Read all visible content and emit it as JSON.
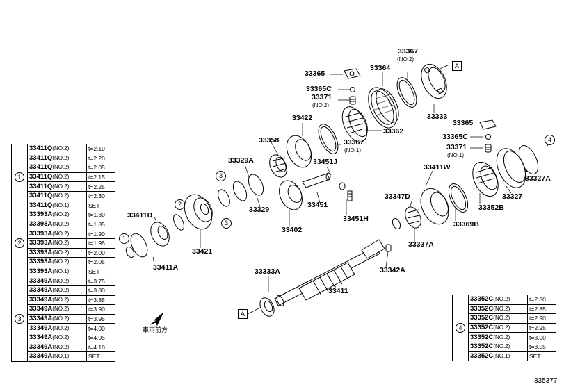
{
  "diagram_id": "335377",
  "front_label": "車両前方",
  "ref_A": "A",
  "callouts": {
    "c33365_top": "33365",
    "c33364": "33364",
    "c33367_top": "33367",
    "c33367_top_note": "(NO.2)",
    "c33365C_top": "33365C",
    "c33371_top": "33371",
    "c33371_top_note": "(NO.2)",
    "c33333": "33333",
    "c33422": "33422",
    "c33362": "33362",
    "c33365_right": "33365",
    "c33358": "33358",
    "c33367_mid": "33367",
    "c33367_mid_note": "(NO.1)",
    "c33365C_right": "33365C",
    "c33371_right": "33371",
    "c33371_right_note": "(NO.1)",
    "c4_small": "4",
    "c33329A": "33329A",
    "c33451J": "33451J",
    "c33411W": "33411W",
    "c33327A": "33327A",
    "c3_top": "3",
    "c33347D": "33347D",
    "c33327": "33327",
    "c33352B": "33352B",
    "c33451": "33451",
    "c33329": "33329",
    "c33411D": "33411D",
    "c2_small": "2",
    "c3_bot": "3",
    "c33451H": "33451H",
    "c33369B": "33369B",
    "c33402": "33402",
    "c1_small": "1",
    "c33421": "33421",
    "c33337A": "33337A",
    "c33411A": "33411A",
    "c33342A": "33342A",
    "c33333A": "33333A",
    "c33411": "33411"
  },
  "left_table": {
    "groups": [
      {
        "group": "1",
        "rows": [
          {
            "part": "33411Q",
            "qual": "(NO.2)",
            "t": "t=2.10"
          },
          {
            "part": "33411Q",
            "qual": "(NO.2)",
            "t": "t=2.20"
          },
          {
            "part": "33411Q",
            "qual": "(NO.2)",
            "t": "t=2.05"
          },
          {
            "part": "33411Q",
            "qual": "(NO.2)",
            "t": "t=2.15"
          },
          {
            "part": "33411Q",
            "qual": "(NO.2)",
            "t": "t=2.25"
          },
          {
            "part": "33411Q",
            "qual": "(NO.2)",
            "t": "t=2.30"
          },
          {
            "part": "33411Q",
            "qual": "(NO.1)",
            "t": "SET"
          }
        ]
      },
      {
        "group": "2",
        "rows": [
          {
            "part": "33393A",
            "qual": "(NO.2)",
            "t": "t=1.80"
          },
          {
            "part": "33393A",
            "qual": "(NO.2)",
            "t": "t=1.85"
          },
          {
            "part": "33393A",
            "qual": "(NO.2)",
            "t": "t=1.90"
          },
          {
            "part": "33393A",
            "qual": "(NO.2)",
            "t": "t=1.95"
          },
          {
            "part": "33393A",
            "qual": "(NO.2)",
            "t": "t=2.00"
          },
          {
            "part": "33393A",
            "qual": "(NO.2)",
            "t": "t=2.05"
          },
          {
            "part": "33393A",
            "qual": "(NO.1)",
            "t": "SET"
          }
        ]
      },
      {
        "group": "3",
        "rows": [
          {
            "part": "33349A",
            "qual": "(NO.2)",
            "t": "t=3.75"
          },
          {
            "part": "33349A",
            "qual": "(NO.2)",
            "t": "t=3.80"
          },
          {
            "part": "33349A",
            "qual": "(NO.2)",
            "t": "t=3.85"
          },
          {
            "part": "33349A",
            "qual": "(NO.2)",
            "t": "t=3.90"
          },
          {
            "part": "33349A",
            "qual": "(NO.2)",
            "t": "t=3.95"
          },
          {
            "part": "33349A",
            "qual": "(NO.2)",
            "t": "t=4.00"
          },
          {
            "part": "33349A",
            "qual": "(NO.2)",
            "t": "t=4.05"
          },
          {
            "part": "33349A",
            "qual": "(NO.2)",
            "t": "t=4.10"
          },
          {
            "part": "33349A",
            "qual": "(NO.1)",
            "t": "SET"
          }
        ]
      }
    ]
  },
  "right_table": {
    "groups": [
      {
        "group": "4",
        "rows": [
          {
            "part": "33352C",
            "qual": "(NO.2)",
            "t": "t=2.80"
          },
          {
            "part": "33352C",
            "qual": "(NO.2)",
            "t": "t=2.85"
          },
          {
            "part": "33352C",
            "qual": "(NO.2)",
            "t": "t=2.90"
          },
          {
            "part": "33352C",
            "qual": "(NO.2)",
            "t": "t=2.95"
          },
          {
            "part": "33352C",
            "qual": "(NO.2)",
            "t": "t=3.00"
          },
          {
            "part": "33352C",
            "qual": "(NO.2)",
            "t": "t=3.05"
          },
          {
            "part": "33352C",
            "qual": "(NO.1)",
            "t": "SET"
          }
        ]
      }
    ]
  }
}
